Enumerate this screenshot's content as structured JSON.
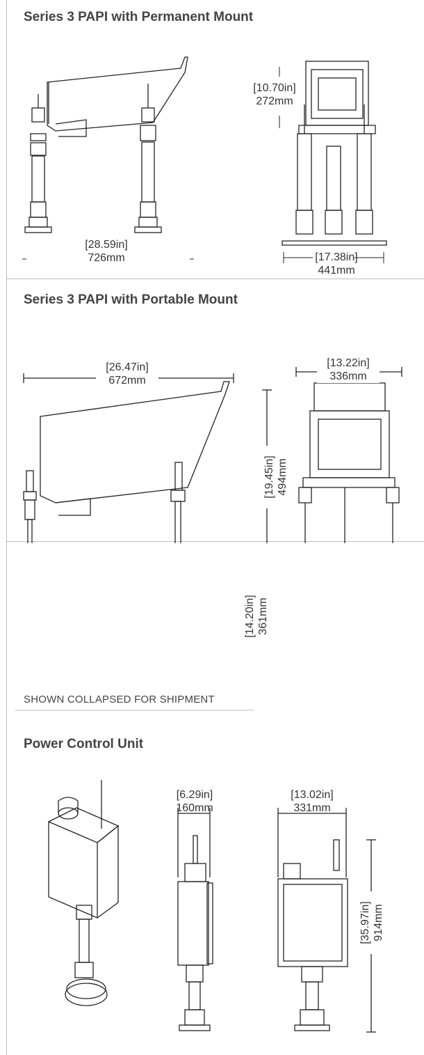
{
  "sections": [
    {
      "title": "Series 3 PAPI with Permanent Mount",
      "dims": {
        "side_width": {
          "in": "[28.59in]",
          "mm": "726mm"
        },
        "front_height": {
          "in": "[10.70in]",
          "mm": "272mm"
        },
        "front_width": {
          "in": "[17.38in]",
          "mm": "441mm"
        }
      }
    },
    {
      "title": "Series 3 PAPI with Portable Mount",
      "dims": {
        "side_width": {
          "in": "[26.47in]",
          "mm": "672mm"
        },
        "front_width": {
          "in": "[13.22in]",
          "mm": "336mm"
        },
        "front_height": {
          "in": "[19.45in]",
          "mm": "494mm"
        },
        "collapsed_height": {
          "in": "[14.20in]",
          "mm": "361mm"
        }
      },
      "caption": "SHOWN COLLAPSED FOR SHIPMENT"
    },
    {
      "title": "Power Control Unit",
      "dims": {
        "side_width": {
          "in": "[6.29in]",
          "mm": "160mm"
        },
        "front_width": {
          "in": "[13.02in]",
          "mm": "331mm"
        },
        "height": {
          "in": "[35.97in]",
          "mm": "914mm"
        }
      }
    }
  ]
}
